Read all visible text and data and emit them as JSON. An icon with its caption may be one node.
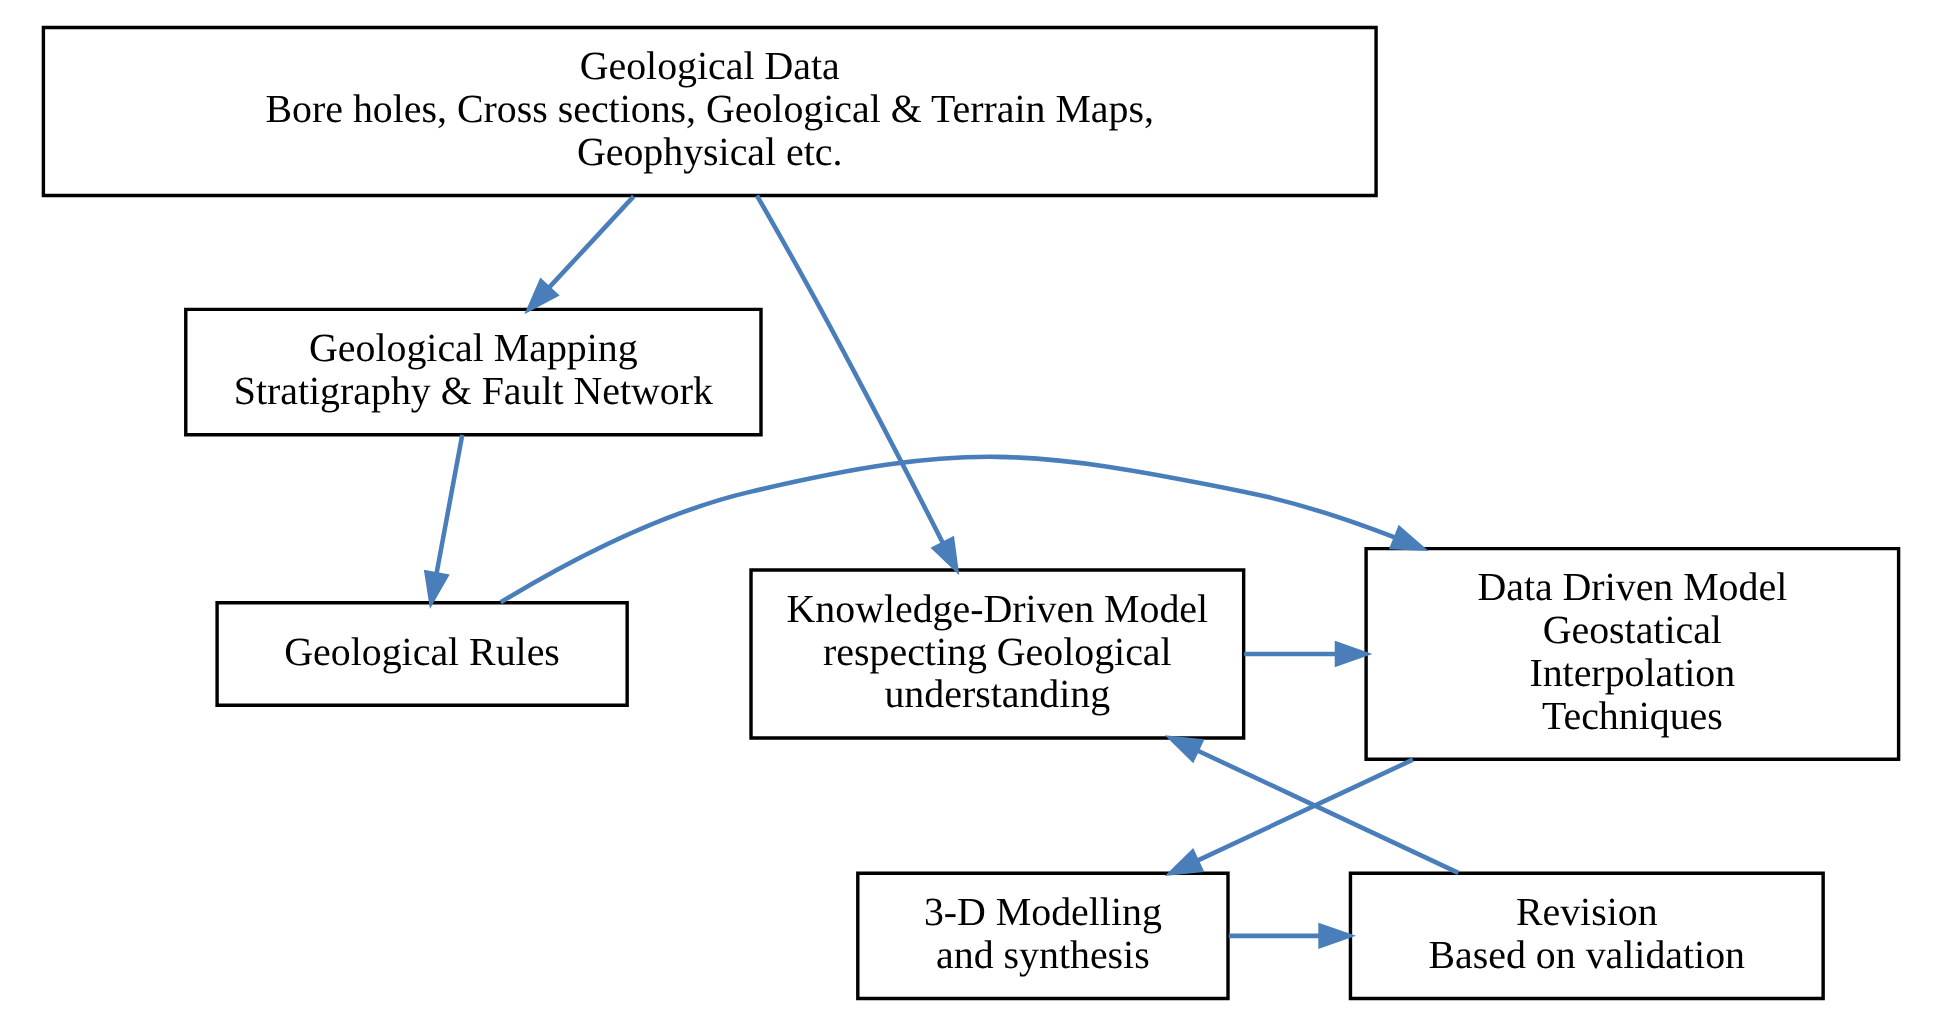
{
  "diagram": {
    "nodes": [
      {
        "text": [
          "Geological Data",
          "Bore holes, Cross sections, Geological & Terrain Maps, Geophysical etc."
        ]
      },
      {
        "text": [
          "Geological Mapping",
          "Stratigraphy & Fault Network"
        ]
      },
      {
        "text": [
          "Geological Rules"
        ]
      },
      {
        "text": [
          "Data Driven Model",
          "Geostatical Interpolation Techniques"
        ]
      },
      {
        "text": [
          "Knowledge-Driven Model respecting Geological understanding"
        ]
      },
      {
        "text": [
          "3-D Modelling and synthesis"
        ]
      },
      {
        "text": [
          "Revision",
          "Based on validation"
        ]
      }
    ],
    "edges": [
      {
        "from": 0,
        "to": 1,
        "arrow": "to"
      },
      {
        "from": 0,
        "to": 4,
        "arrow": "to"
      },
      {
        "from": 1,
        "to": 2,
        "arrow": "to"
      },
      {
        "from": 2,
        "to": 3,
        "arrow": "to"
      },
      {
        "from": 4,
        "to": 3,
        "arrow": "to"
      },
      {
        "from": 3,
        "to": 5,
        "arrow": "to"
      },
      {
        "from": 5,
        "to": 6,
        "arrow": "to"
      },
      {
        "from": 6,
        "to": 4,
        "arrow": "to"
      }
    ]
  }
}
